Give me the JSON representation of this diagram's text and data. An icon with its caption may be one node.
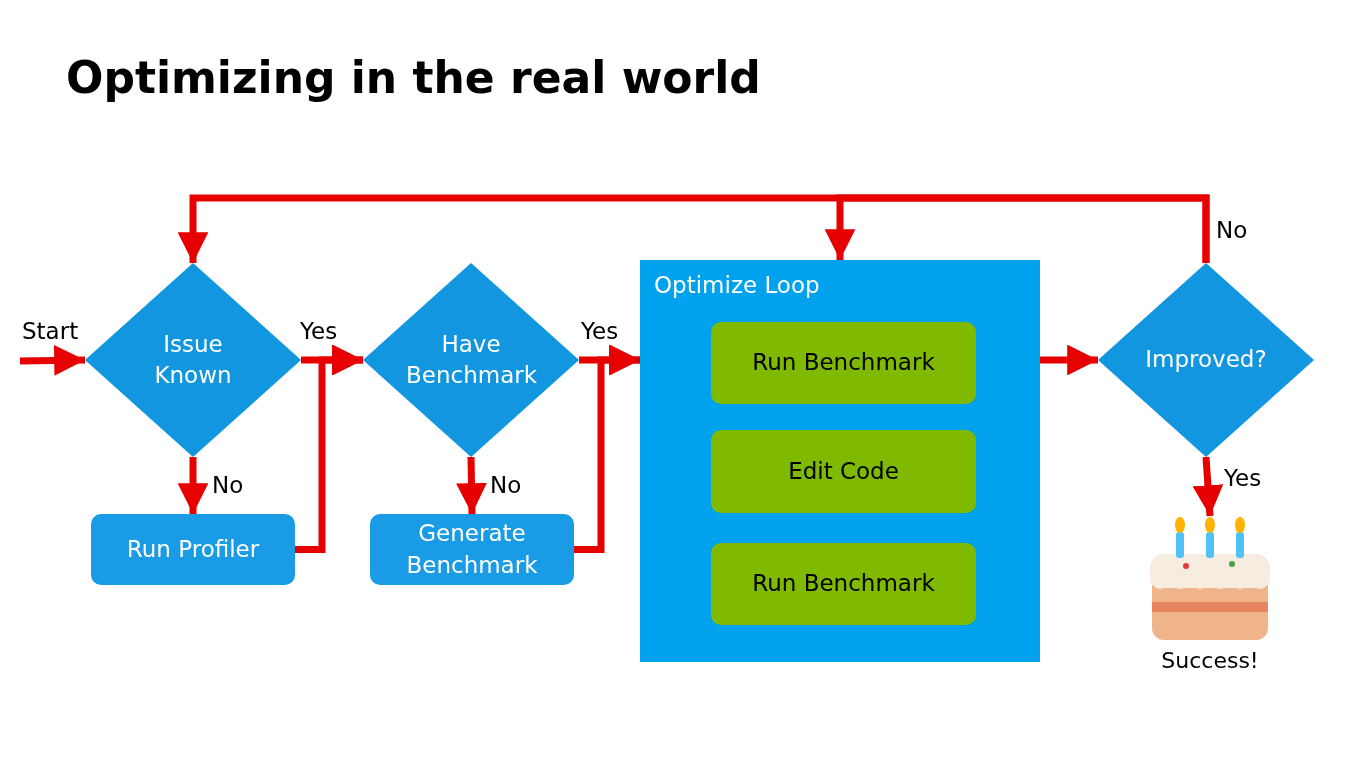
{
  "diagram": {
    "title": "Optimizing in the real world",
    "nodes": [
      {
        "text": [
          "Issue Known"
        ]
      },
      {
        "text": [
          "Run Profiler"
        ]
      },
      {
        "text": [
          "Have Benchmark"
        ]
      },
      {
        "text": [
          "Generate Benchmark"
        ]
      },
      {
        "text": [
          "Optimize Loop"
        ]
      },
      {
        "text": [
          "Run Benchmark"
        ],
        "in": 4
      },
      {
        "text": [
          "Edit Code"
        ],
        "in": 4
      },
      {
        "text": [
          "Run Benchmark"
        ],
        "in": 4
      },
      {
        "text": [
          "Improved?"
        ]
      },
      {
        "text": [],
        "shape": "picture",
        "beside": [
          "Success!"
        ]
      }
    ],
    "edges": [
      {
        "from": null,
        "to": 0,
        "arrow": "to",
        "label": "Start"
      },
      {
        "from": 0,
        "to": 2,
        "arrow": "to",
        "label": "Yes"
      },
      {
        "from": 0,
        "to": 1,
        "arrow": "to",
        "label": "No"
      },
      {
        "from": 1,
        "to": 2,
        "arrow": "to"
      },
      {
        "from": 2,
        "to": 4,
        "arrow": "to",
        "label": "Yes"
      },
      {
        "from": 2,
        "to": 3,
        "arrow": "to",
        "label": "No"
      },
      {
        "from": 3,
        "to": 4,
        "arrow": "to"
      },
      {
        "from": 4,
        "to": 8,
        "arrow": "to"
      },
      {
        "from": 8,
        "to": 0,
        "arrow": "to",
        "label": "No"
      },
      {
        "from": 8,
        "to": 4,
        "arrow": "to"
      },
      {
        "from": 8,
        "to": 9,
        "arrow": "to",
        "label": "Yes"
      }
    ]
  }
}
